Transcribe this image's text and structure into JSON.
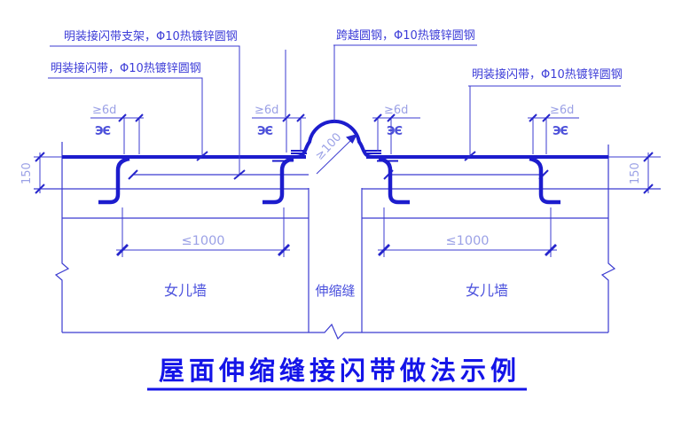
{
  "colors": {
    "line_blue": "#1c1ccd",
    "thin_blue": "#3b3bd0",
    "dim_text": "#9ba1e6",
    "label_text": "#3d3dd8",
    "title_blue": "#1414e8",
    "background": "#ffffff"
  },
  "callouts": {
    "bracket": "明装接闪带支架，Φ10热镀锌圆钢",
    "belt_left": "明装接闪带，Φ10热镀锌圆钢",
    "crossing": "跨越圆钢，Φ10热镀锌圆钢",
    "belt_right": "明装接闪带，Φ10热镀锌圆钢"
  },
  "dimensions": {
    "lap_length": "≥6d",
    "lap_symbol": "ЭЄ",
    "arch_clearance": "≥100",
    "belt_height": "150",
    "support_spacing": "≤1000"
  },
  "drawing": {
    "parapet_label": "女儿墙",
    "joint_label": "伸缩缝"
  },
  "title": "屋面伸缩缝接闪带做法示例"
}
